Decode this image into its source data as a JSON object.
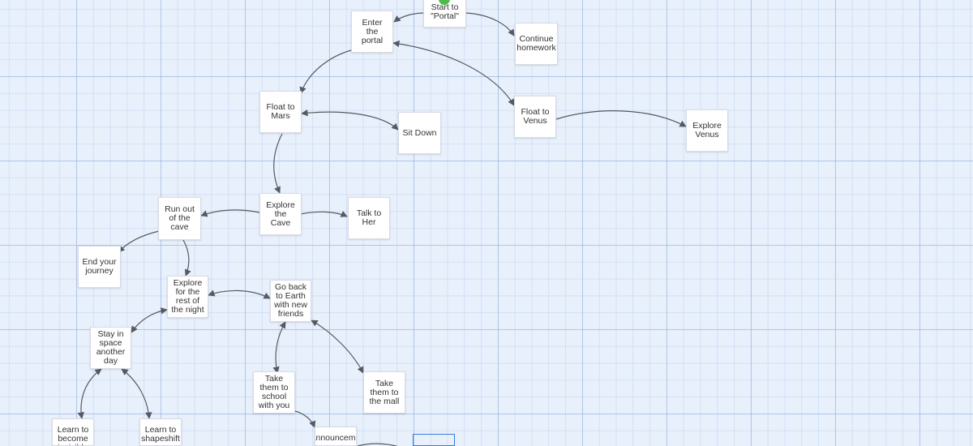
{
  "diagram": {
    "nodes": [
      {
        "id": "start",
        "label": "Start to\n\"Portal\""
      },
      {
        "id": "enter_portal",
        "label": "Enter the\nportal"
      },
      {
        "id": "continue_homework",
        "label": "Continue\nhomework"
      },
      {
        "id": "float_mars",
        "label": "Float to\nMars"
      },
      {
        "id": "sit_down",
        "label": "Sit Down"
      },
      {
        "id": "float_venus",
        "label": "Float to\nVenus"
      },
      {
        "id": "explore_venus",
        "label": "Explore\nVenus"
      },
      {
        "id": "explore_cave",
        "label": "Explore\nthe Cave"
      },
      {
        "id": "talk_her",
        "label": "Talk to\nHer"
      },
      {
        "id": "run_out",
        "label": "Run out\nof the\ncave"
      },
      {
        "id": "end_journey",
        "label": "End your\njourney"
      },
      {
        "id": "explore_night",
        "label": "Explore\nfor the\nrest of\nthe night"
      },
      {
        "id": "go_back_earth",
        "label": "Go back\nto Earth\nwith new\nfriends"
      },
      {
        "id": "stay_space",
        "label": "Stay in\nspace\nanother\nday"
      },
      {
        "id": "take_school",
        "label": "Take\nthem to\nschool\nwith you"
      },
      {
        "id": "take_mall",
        "label": "Take\nthem to\nthe mall"
      },
      {
        "id": "invisible",
        "label": "Learn to\nbecome\ninvisible"
      },
      {
        "id": "shapeshift",
        "label": "Learn to\nshapeshift"
      },
      {
        "id": "announcement",
        "label": "announceme"
      },
      {
        "id": "selected_empty",
        "label": ""
      }
    ],
    "edges": [
      {
        "from": "start",
        "to": "enter_portal"
      },
      {
        "from": "start",
        "to": "continue_homework"
      },
      {
        "from": "enter_portal",
        "to": "float_mars"
      },
      {
        "from": "enter_portal",
        "to": "float_venus",
        "bidirectional": true
      },
      {
        "from": "float_mars",
        "to": "sit_down",
        "bidirectional": true
      },
      {
        "from": "float_mars",
        "to": "explore_cave"
      },
      {
        "from": "float_venus",
        "to": "explore_venus"
      },
      {
        "from": "explore_cave",
        "to": "run_out"
      },
      {
        "from": "explore_cave",
        "to": "talk_her"
      },
      {
        "from": "run_out",
        "to": "end_journey"
      },
      {
        "from": "run_out",
        "to": "explore_night"
      },
      {
        "from": "explore_night",
        "to": "go_back_earth",
        "bidirectional": true
      },
      {
        "from": "explore_night",
        "to": "stay_space",
        "bidirectional": true
      },
      {
        "from": "go_back_earth",
        "to": "take_school",
        "bidirectional": true
      },
      {
        "from": "go_back_earth",
        "to": "take_mall",
        "bidirectional": true
      },
      {
        "from": "stay_space",
        "to": "invisible",
        "bidirectional": true
      },
      {
        "from": "stay_space",
        "to": "shapeshift",
        "bidirectional": true
      },
      {
        "from": "take_school",
        "to": "announcement"
      },
      {
        "from": "announcement",
        "to": "selected_empty"
      }
    ],
    "colors": {
      "start_badge": "#4cbb47",
      "selection": "#3b7ddd",
      "edge": "#555a63"
    }
  }
}
